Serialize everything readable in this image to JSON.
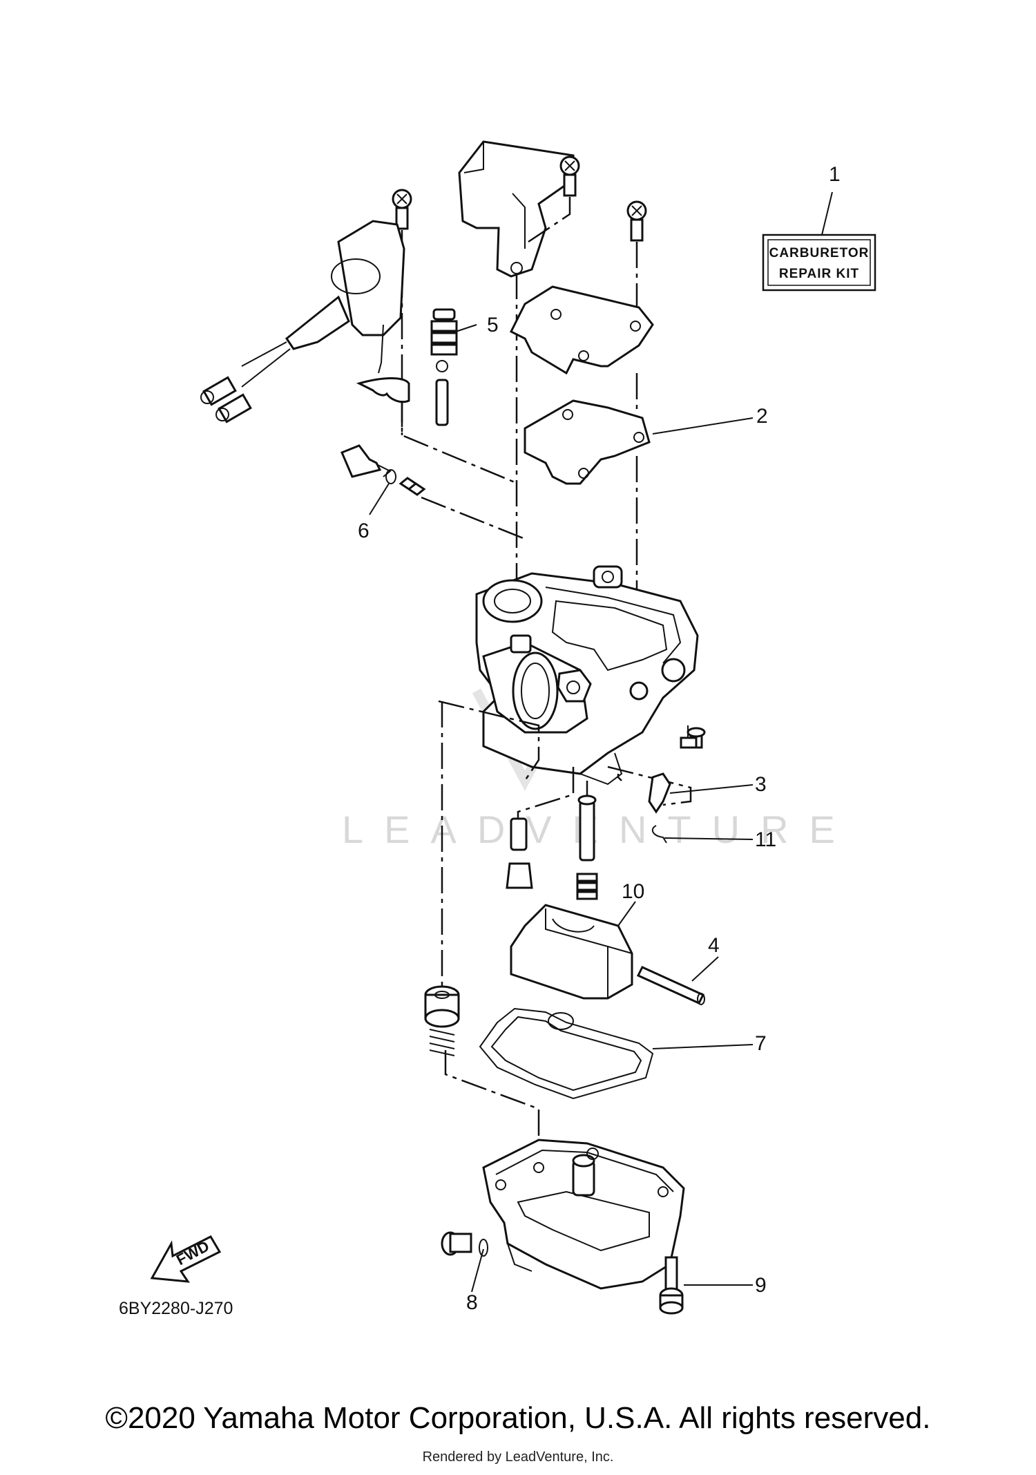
{
  "diagram": {
    "code": "6BY2280-J270",
    "kit_label_line1": "CARBURETOR",
    "kit_label_line2": "REPAIR KIT",
    "fwd_label": "FWD",
    "watermark": "LEADVENTURE",
    "callouts": [
      "1",
      "2",
      "3",
      "4",
      "5",
      "6",
      "7",
      "8",
      "9",
      "10",
      "11"
    ]
  },
  "footer": {
    "copyright": "©2020 Yamaha Motor Corporation, U.S.A. All rights reserved.",
    "rendered_by": "Rendered by LeadVenture, Inc."
  }
}
